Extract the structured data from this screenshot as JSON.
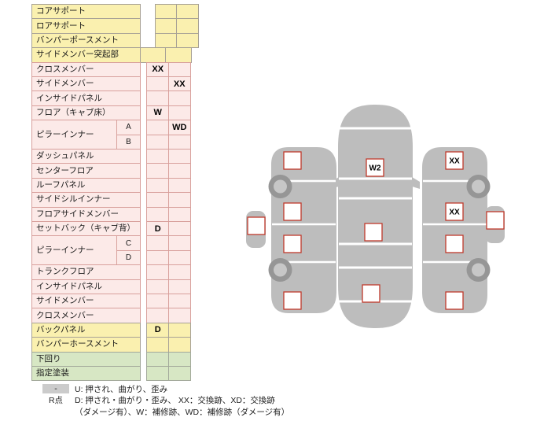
{
  "colors": {
    "row_yellow": "#FAF0AF",
    "row_pink": "#FCEAE8",
    "row_green": "#D7E7C4",
    "car_gray": "#BDBDBD",
    "marker_border_red": "#C0392B"
  },
  "table": {
    "rows": [
      {
        "label": "コアサポート",
        "color": "yellow",
        "cells": "top",
        "v1": "",
        "v2": ""
      },
      {
        "label": "ロアサポート",
        "color": "yellow",
        "cells": "top",
        "v1": "",
        "v2": ""
      },
      {
        "label": "バンパーポースメント",
        "color": "yellow",
        "cells": "top",
        "v1": "",
        "v2": ""
      },
      {
        "label": "サイドメンバー突起部",
        "color": "yellow",
        "cells": "protrude",
        "v1": "",
        "v2": ""
      },
      {
        "label": "クロスメンバー",
        "color": "pink",
        "v1": "XX",
        "v2": ""
      },
      {
        "label": "サイドメンバー",
        "color": "pink",
        "v1": "",
        "v2": "XX"
      },
      {
        "label": "インサイドパネル",
        "color": "pink",
        "v1": "",
        "v2": ""
      },
      {
        "label": "フロア（キャブ床）",
        "color": "pink",
        "v1": "W",
        "v2": ""
      },
      {
        "label": "ピラーインナー",
        "color": "pink",
        "sub": "A",
        "merge": "start",
        "v1": "",
        "v2": "WD"
      },
      {
        "label": "",
        "color": "pink",
        "sub": "B",
        "merge": "cont",
        "v1": "",
        "v2": ""
      },
      {
        "label": "ダッシュパネル",
        "color": "pink",
        "v1": "",
        "v2": ""
      },
      {
        "label": "センターフロア",
        "color": "pink",
        "v1": "",
        "v2": ""
      },
      {
        "label": "ルーフパネル",
        "color": "pink",
        "v1": "",
        "v2": ""
      },
      {
        "label": "サイドシルインナー",
        "color": "pink",
        "v1": "",
        "v2": ""
      },
      {
        "label": "フロアサイドメンバー",
        "color": "pink",
        "v1": "",
        "v2": ""
      },
      {
        "label": "セットバック（キャブ背）",
        "color": "pink",
        "v1": "D",
        "v2": ""
      },
      {
        "label": "ピラーインナー",
        "color": "pink",
        "sub": "C",
        "merge": "start",
        "v1": "",
        "v2": ""
      },
      {
        "label": "",
        "color": "pink",
        "sub": "D",
        "merge": "cont",
        "v1": "",
        "v2": ""
      },
      {
        "label": "トランクフロア",
        "color": "pink",
        "v1": "",
        "v2": ""
      },
      {
        "label": "インサイドパネル",
        "color": "pink",
        "v1": "",
        "v2": ""
      },
      {
        "label": "サイドメンバー",
        "color": "pink",
        "v1": "",
        "v2": ""
      },
      {
        "label": "クロスメンバー",
        "color": "pink",
        "v1": "",
        "v2": ""
      },
      {
        "label": "バックパネル",
        "color": "yellow",
        "v1": "D",
        "v2": ""
      },
      {
        "label": "バンパーホースメント",
        "color": "yellow",
        "v1": "",
        "v2": ""
      },
      {
        "label": "下回り",
        "color": "green",
        "v1": "",
        "v2": ""
      },
      {
        "label": "指定塗装",
        "color": "green",
        "v1": "",
        "v2": ""
      }
    ]
  },
  "diagram": {
    "squares": [
      {
        "name": "left-outer-panel",
        "label": ""
      },
      {
        "name": "left-front-fender",
        "label": ""
      },
      {
        "name": "left-front-door",
        "label": ""
      },
      {
        "name": "left-rear-door",
        "label": ""
      },
      {
        "name": "left-rear-fender",
        "label": ""
      },
      {
        "name": "hood",
        "label": "W2"
      },
      {
        "name": "floor-center",
        "label": ""
      },
      {
        "name": "trunk",
        "label": ""
      },
      {
        "name": "right-front-fender",
        "label": "XX"
      },
      {
        "name": "right-front-door",
        "label": "XX"
      },
      {
        "name": "right-rear-door",
        "label": ""
      },
      {
        "name": "right-rear-fender",
        "label": ""
      },
      {
        "name": "right-outer-panel",
        "label": ""
      }
    ]
  },
  "legend": {
    "marker1": "-",
    "text1": "U: 押され、曲がり、歪み",
    "marker2": "R点",
    "text2": "D: 押され・曲がり・歪み、 XX：交換跡、XD：交換跡",
    "text3": "（ダメージ有）、W：補修跡、WD：補修跡（ダメージ有）"
  }
}
